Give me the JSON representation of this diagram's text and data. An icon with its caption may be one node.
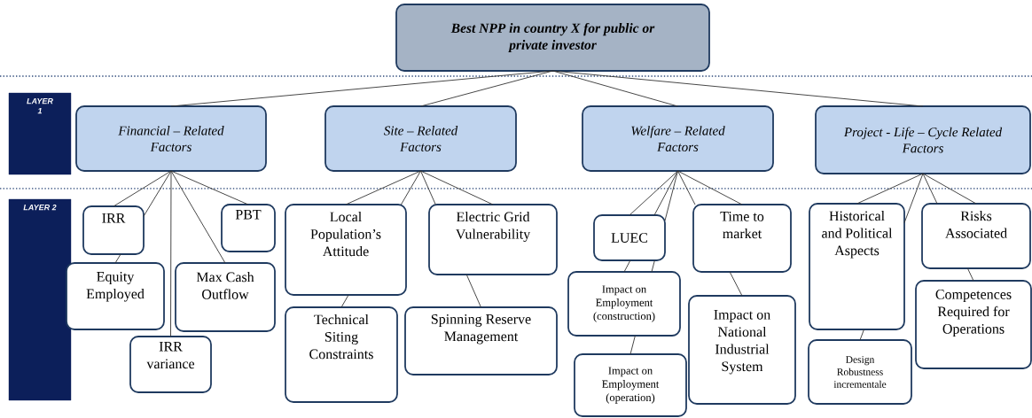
{
  "diagram": {
    "nodes": [
      {
        "text": [
          "Best NPP in country X for public or private investor"
        ]
      },
      {
        "text": [
          "LAYER 1"
        ]
      },
      {
        "text": [
          "Financial – Related Factors"
        ]
      },
      {
        "text": [
          "Site – Related Factors"
        ]
      },
      {
        "text": [
          "Welfare – Related Factors"
        ]
      },
      {
        "text": [
          "Project - Life – Cycle Related Factors"
        ]
      },
      {
        "text": [
          "LAYER 2"
        ]
      },
      {
        "text": [
          "IRR"
        ]
      },
      {
        "text": [
          "PBT"
        ]
      },
      {
        "text": [
          "Equity Employed"
        ]
      },
      {
        "text": [
          "Max Cash Outflow"
        ]
      },
      {
        "text": [
          "IRR variance"
        ]
      },
      {
        "text": [
          "Local Population’s Attitude"
        ]
      },
      {
        "text": [
          "Electric Grid Vulnerability"
        ]
      },
      {
        "text": [
          "Technical Siting Constraints"
        ]
      },
      {
        "text": [
          "Spinning Reserve Management"
        ]
      },
      {
        "text": [
          "LUEC"
        ]
      },
      {
        "text": [
          "Time to market"
        ]
      },
      {
        "text": [
          "Impact on Employment (construction)"
        ]
      },
      {
        "text": [
          "Impact on Employment (operation)"
        ]
      },
      {
        "text": [
          "Impact on National Industrial System"
        ]
      },
      {
        "text": [
          "Historical and Political Aspects"
        ]
      },
      {
        "text": [
          "Risks Associated"
        ]
      },
      {
        "text": [
          "Design Robustness incrementale"
        ]
      },
      {
        "text": [
          "Competences Required for Operations"
        ]
      }
    ],
    "edges": [
      {
        "from": 0,
        "to": 2,
        "arrow": "none"
      },
      {
        "from": 0,
        "to": 3,
        "arrow": "none"
      },
      {
        "from": 0,
        "to": 4,
        "arrow": "none"
      },
      {
        "from": 0,
        "to": 5,
        "arrow": "none"
      },
      {
        "from": 2,
        "to": 7,
        "arrow": "none"
      },
      {
        "from": 2,
        "to": 7,
        "arrow": "none"
      },
      {
        "from": 2,
        "to": 11,
        "arrow": "none"
      },
      {
        "from": 2,
        "to": 10,
        "arrow": "none"
      },
      {
        "from": 2,
        "to": 8,
        "arrow": "none"
      },
      {
        "from": 7,
        "to": 9,
        "arrow": "none"
      },
      {
        "from": 3,
        "to": 12,
        "arrow": "none"
      },
      {
        "from": 3,
        "to": 12,
        "arrow": "none"
      },
      {
        "from": 3,
        "to": 13,
        "arrow": "none"
      },
      {
        "from": 3,
        "to": 13,
        "arrow": "none"
      },
      {
        "from": 12,
        "to": 14,
        "arrow": "none"
      },
      {
        "from": 13,
        "to": 15,
        "arrow": "none"
      },
      {
        "from": 4,
        "to": 16,
        "arrow": "none"
      },
      {
        "from": 4,
        "to": 16,
        "arrow": "none"
      },
      {
        "from": 4,
        "to": 16,
        "arrow": "none"
      },
      {
        "from": 4,
        "to": 17,
        "arrow": "none"
      },
      {
        "from": 4,
        "to": 17,
        "arrow": "none"
      },
      {
        "from": 16,
        "to": 18,
        "arrow": "none"
      },
      {
        "from": 16,
        "to": 18,
        "arrow": "none"
      },
      {
        "from": 18,
        "to": 19,
        "arrow": "none"
      },
      {
        "from": 17,
        "to": 20,
        "arrow": "none"
      },
      {
        "from": 5,
        "to": 21,
        "arrow": "none"
      },
      {
        "from": 5,
        "to": 21,
        "arrow": "none"
      },
      {
        "from": 5,
        "to": 22,
        "arrow": "none"
      },
      {
        "from": 5,
        "to": 22,
        "arrow": "none"
      },
      {
        "from": 21,
        "to": 23,
        "arrow": "none"
      },
      {
        "from": 22,
        "to": 24,
        "arrow": "none"
      }
    ]
  }
}
